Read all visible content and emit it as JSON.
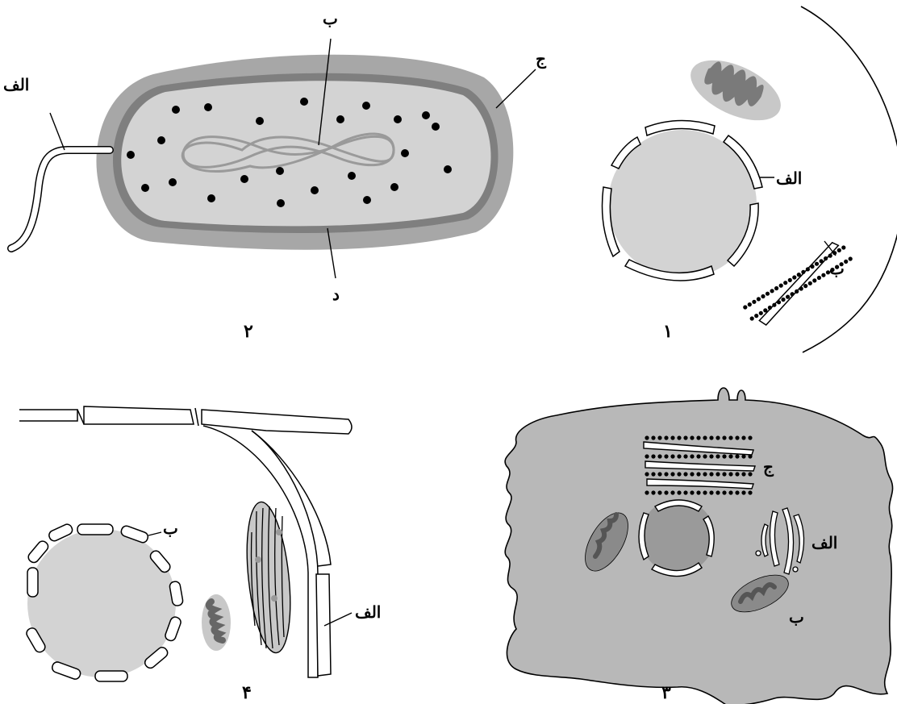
{
  "panels": [
    {
      "number": "۱",
      "labels": {
        "a": "الف",
        "b": "ب"
      }
    },
    {
      "number": "۲",
      "labels": {
        "a": "الف",
        "b": "ب",
        "c": "ج",
        "d": "د"
      }
    },
    {
      "number": "۳",
      "labels": {
        "a": "الف",
        "b": "ب",
        "c": "ج"
      }
    },
    {
      "number": "۴",
      "labels": {
        "a": "الف",
        "b": "ب"
      }
    }
  ],
  "colors": {
    "cytoplasm": "#d3d3d3",
    "capsule": "#a7a7a7",
    "wall": "#7f7f7f",
    "nucleus": "#9a9a9a",
    "cell3": "#b8b8b8",
    "ink": "#000000"
  }
}
